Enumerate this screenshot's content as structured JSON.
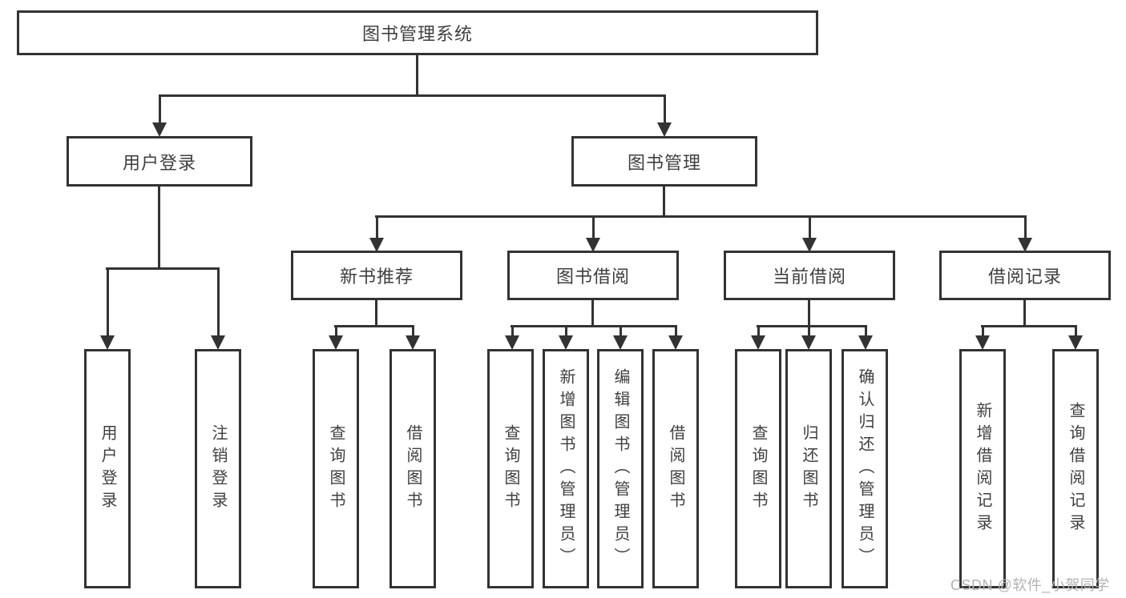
{
  "colors": {
    "box_border": "#333333",
    "connector_line": "#333333",
    "box_text": "#3f3f3f",
    "watermark_text": "#b3b3b3",
    "background": "#ffffff"
  },
  "watermark": {
    "text": "CSDN @软件_小贺同学"
  },
  "tree": {
    "label": "图书管理系统",
    "children": [
      {
        "label": "用户登录",
        "children": [
          {
            "label": "用户登录"
          },
          {
            "label": "注销登录"
          }
        ]
      },
      {
        "label": "图书管理",
        "children": [
          {
            "label": "新书推荐",
            "children": [
              {
                "label": "查询图书"
              },
              {
                "label": "借阅图书"
              }
            ]
          },
          {
            "label": "图书借阅",
            "children": [
              {
                "label": "查询图书"
              },
              {
                "label": "新增图书（管理员）"
              },
              {
                "label": "编辑图书（管理员）"
              },
              {
                "label": "借阅图书"
              }
            ]
          },
          {
            "label": "当前借阅",
            "children": [
              {
                "label": "查询图书"
              },
              {
                "label": "归还图书"
              },
              {
                "label": "确认归还（管理员）"
              }
            ]
          },
          {
            "label": "借阅记录",
            "children": [
              {
                "label": "新增借阅记录"
              },
              {
                "label": "查询借阅记录"
              }
            ]
          }
        ]
      }
    ]
  }
}
